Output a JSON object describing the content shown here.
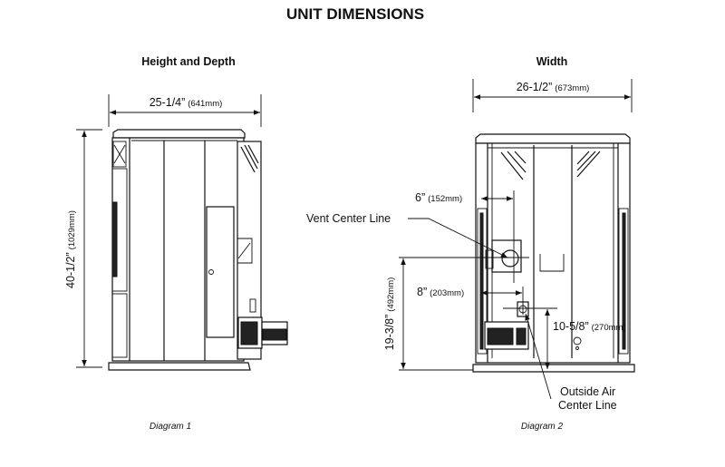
{
  "title": "UNIT DIMENSIONS",
  "diagram1": {
    "heading": "Height and Depth",
    "depth_in": "25-1/4”",
    "depth_mm": "(641mm)",
    "height_in": "40-1/2”",
    "height_mm": "(1029mm)",
    "caption": "Diagram 1"
  },
  "diagram2": {
    "heading": "Width",
    "width_in": "26-1/2”",
    "width_mm": "(673mm)",
    "vent_offset_in": "6”",
    "vent_offset_mm": "(152mm)",
    "vent_label": "Vent Center Line",
    "air_offset_in": "8”",
    "air_offset_mm": "(203mm)",
    "vent_height_in": "19-3/8”",
    "vent_height_mm": "(492mm)",
    "air_height_in": "10-5/8”",
    "air_height_mm": "(270mm)",
    "air_label_line1": "Outside Air",
    "air_label_line2": "Center Line",
    "caption": "Diagram 2"
  }
}
